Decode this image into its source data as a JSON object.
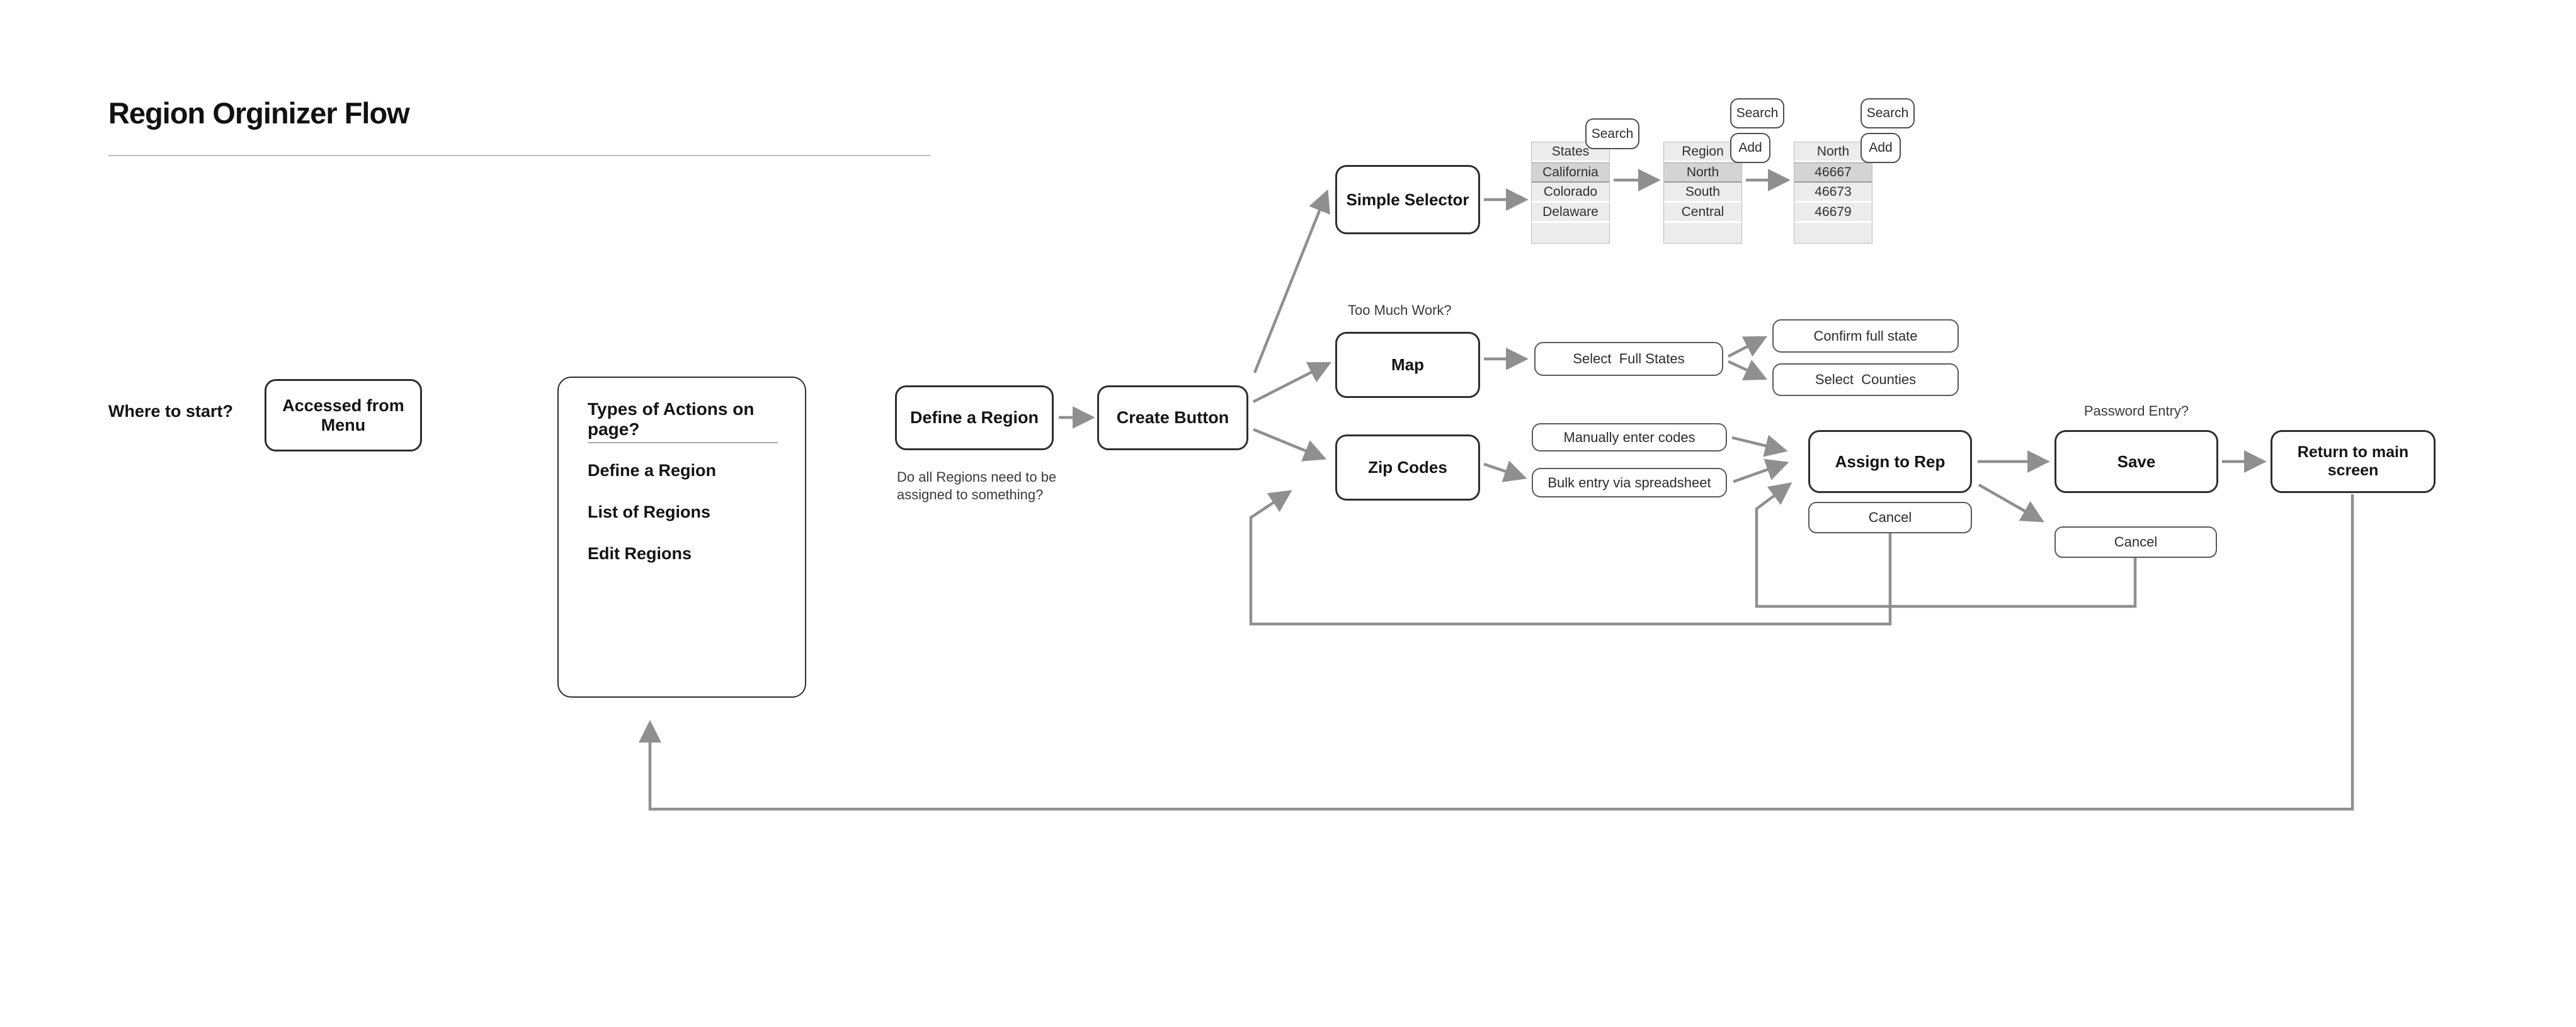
{
  "title": "Region Orginizer Flow",
  "labels": {
    "where_to_start": "Where to start?",
    "too_much_work": "Too Much Work?",
    "password_entry": "Password Entry?",
    "define_note_line1": "Do all Regions need to be",
    "define_note_line2": "assigned to something?"
  },
  "nodes": {
    "accessed_from_menu": "Accessed from Menu",
    "define_a_region": "Define a Region",
    "create_button": "Create Button",
    "simple_selector": "Simple Selector",
    "map": "Map",
    "zip_codes": "Zip Codes",
    "assign_to_rep": "Assign to Rep",
    "save": "Save",
    "return_to_main": "Return to main screen",
    "cancel_assign": "Cancel",
    "cancel_save": "Cancel"
  },
  "types_panel": {
    "title": "Types of Actions on page?",
    "items": [
      "Define a Region",
      "List of Regions",
      "Edit Regions"
    ]
  },
  "pills": {
    "select_full_states": "Select  Full States",
    "confirm_full_state": "Confirm full state",
    "select_counties": "Select  Counties",
    "manually_enter_codes": "Manually enter codes",
    "bulk_entry": "Bulk entry via spreadsheet"
  },
  "buttons": {
    "search": "Search",
    "add": "Add"
  },
  "tables": {
    "states": {
      "header": "States",
      "rows": [
        "California",
        "Colorado",
        "Delaware",
        ""
      ]
    },
    "region": {
      "header": "Region",
      "rows": [
        "North",
        "South",
        "Central",
        ""
      ]
    },
    "north": {
      "header": "North",
      "rows": [
        "46667",
        "46673",
        "46679",
        ""
      ]
    }
  },
  "colors": {
    "wire_gray": "#8f8f8f",
    "box_border": "#2e2e2e",
    "selected_row": "#d4d4d4",
    "row_bg": "#ececec"
  }
}
